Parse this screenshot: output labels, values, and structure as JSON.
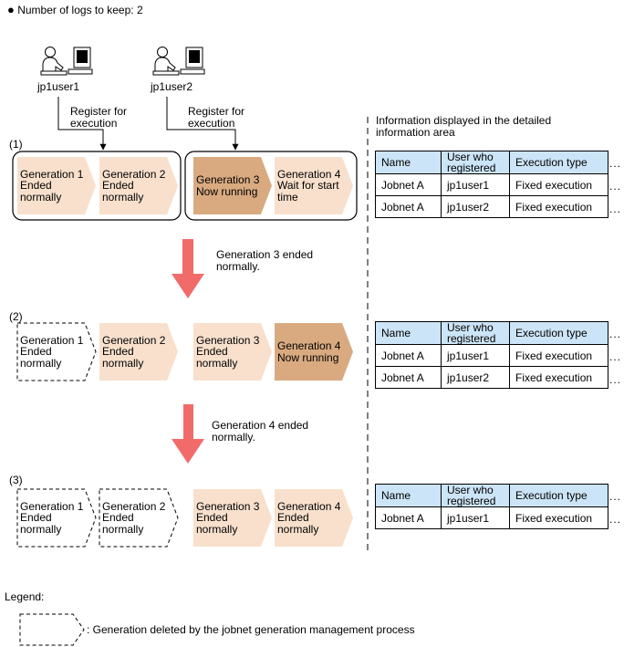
{
  "header": {
    "bullet_symbol": "●",
    "logs_text": "Number of logs to keep: 2"
  },
  "users": [
    {
      "name": "jp1user1",
      "icon": "user-at-computer-icon",
      "register_label": "Register for\nexecution"
    },
    {
      "name": "jp1user2",
      "icon": "user-at-computer-icon",
      "register_label": "Register for\nexecution"
    }
  ],
  "info_area_title": "Information displayed in the detailed\ninformation area",
  "columns": [
    "Name",
    "User who\nregistered",
    "Execution type"
  ],
  "ellipsis": "...",
  "colors": {
    "ended": "#f8e0cc",
    "running": "#d9aa80",
    "header_blue": "#cce4f7",
    "arrow_red": "#f26b6b"
  },
  "steps": [
    {
      "label": "(1)",
      "generations": [
        {
          "text": "Generation 1\nEnded\nnormally",
          "state": "ended"
        },
        {
          "text": "Generation 2\nEnded\nnormally",
          "state": "ended"
        },
        {
          "text": "Generation 3\nNow running",
          "state": "running"
        },
        {
          "text": "Generation 4\nWait for start\ntime",
          "state": "ended"
        }
      ],
      "rows": [
        [
          "Jobnet A",
          "jp1user1",
          "Fixed execution"
        ],
        [
          "Jobnet A",
          "jp1user2",
          "Fixed execution"
        ]
      ]
    },
    {
      "label": "(2)",
      "generations": [
        {
          "text": "Generation 1\nEnded\nnormally",
          "state": "deleted"
        },
        {
          "text": "Generation 2\nEnded\nnormally",
          "state": "ended"
        },
        {
          "text": "Generation 3\nEnded\nnormally",
          "state": "ended"
        },
        {
          "text": "Generation 4\nNow running",
          "state": "running"
        }
      ],
      "rows": [
        [
          "Jobnet A",
          "jp1user1",
          "Fixed execution"
        ],
        [
          "Jobnet A",
          "jp1user2",
          "Fixed execution"
        ]
      ]
    },
    {
      "label": "(3)",
      "generations": [
        {
          "text": "Generation 1\nEnded\nnormally",
          "state": "deleted"
        },
        {
          "text": "Generation 2\nEnded\nnormally",
          "state": "deleted"
        },
        {
          "text": "Generation 3\nEnded\nnormally",
          "state": "ended"
        },
        {
          "text": "Generation 4\nEnded\nnormally",
          "state": "ended"
        }
      ],
      "rows": [
        [
          "Jobnet A",
          "jp1user1",
          "Fixed execution"
        ]
      ]
    }
  ],
  "transitions": [
    {
      "text": "Generation 3 ended\nnormally."
    },
    {
      "text": "Generation 4 ended\nnormally."
    }
  ],
  "legend": {
    "title": "Legend:",
    "deleted_desc": ": Generation deleted by the jobnet generation management process"
  }
}
